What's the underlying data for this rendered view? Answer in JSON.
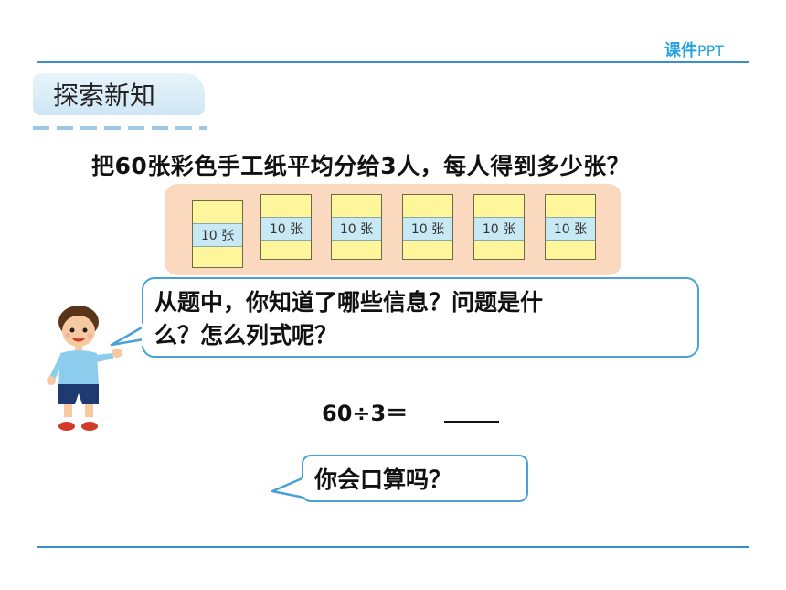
{
  "brand": {
    "main": "课件",
    "suffix": "PPT"
  },
  "section": {
    "title": "探索新知"
  },
  "question": {
    "text": "把60张彩色手工纸平均分给3人，每人得到多少张？"
  },
  "papers": {
    "label": "10 张",
    "count": 6
  },
  "speech_main": {
    "line1": "从题中，你知道了哪些信息？问题是什",
    "line2": "么？怎么列式呢？"
  },
  "equation": {
    "text": "60÷3＝"
  },
  "speech_small": {
    "text": "你会口算吗？"
  },
  "colors": {
    "accent": "#3a8ecf",
    "tray": "#fbd9be",
    "paper": "#fff59a",
    "band": "#c7e9f5"
  }
}
